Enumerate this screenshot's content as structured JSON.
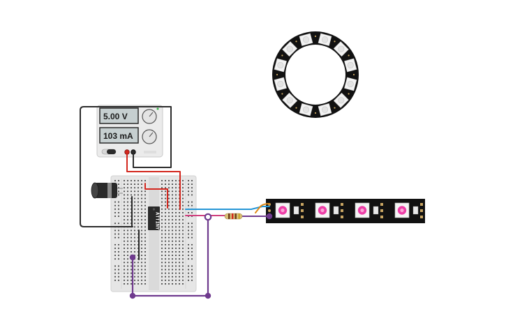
{
  "power_supply": {
    "voltage_display": "5.00 V",
    "current_display": "103 mA"
  },
  "chip": {
    "label": "ATTINY"
  },
  "led_ring": {
    "led_count": 12
  },
  "led_strip": {
    "led_count": 4
  },
  "colors": {
    "wire_red": "#d3271e",
    "wire_black": "#2b2b2b",
    "wire_blue": "#2596d6",
    "wire_purple": "#6f3a8e",
    "wire_orange": "#e08a18",
    "led_pink": "#ee3fa8",
    "pcb_black": "#111111",
    "breadboard": "#e6e6e6"
  }
}
